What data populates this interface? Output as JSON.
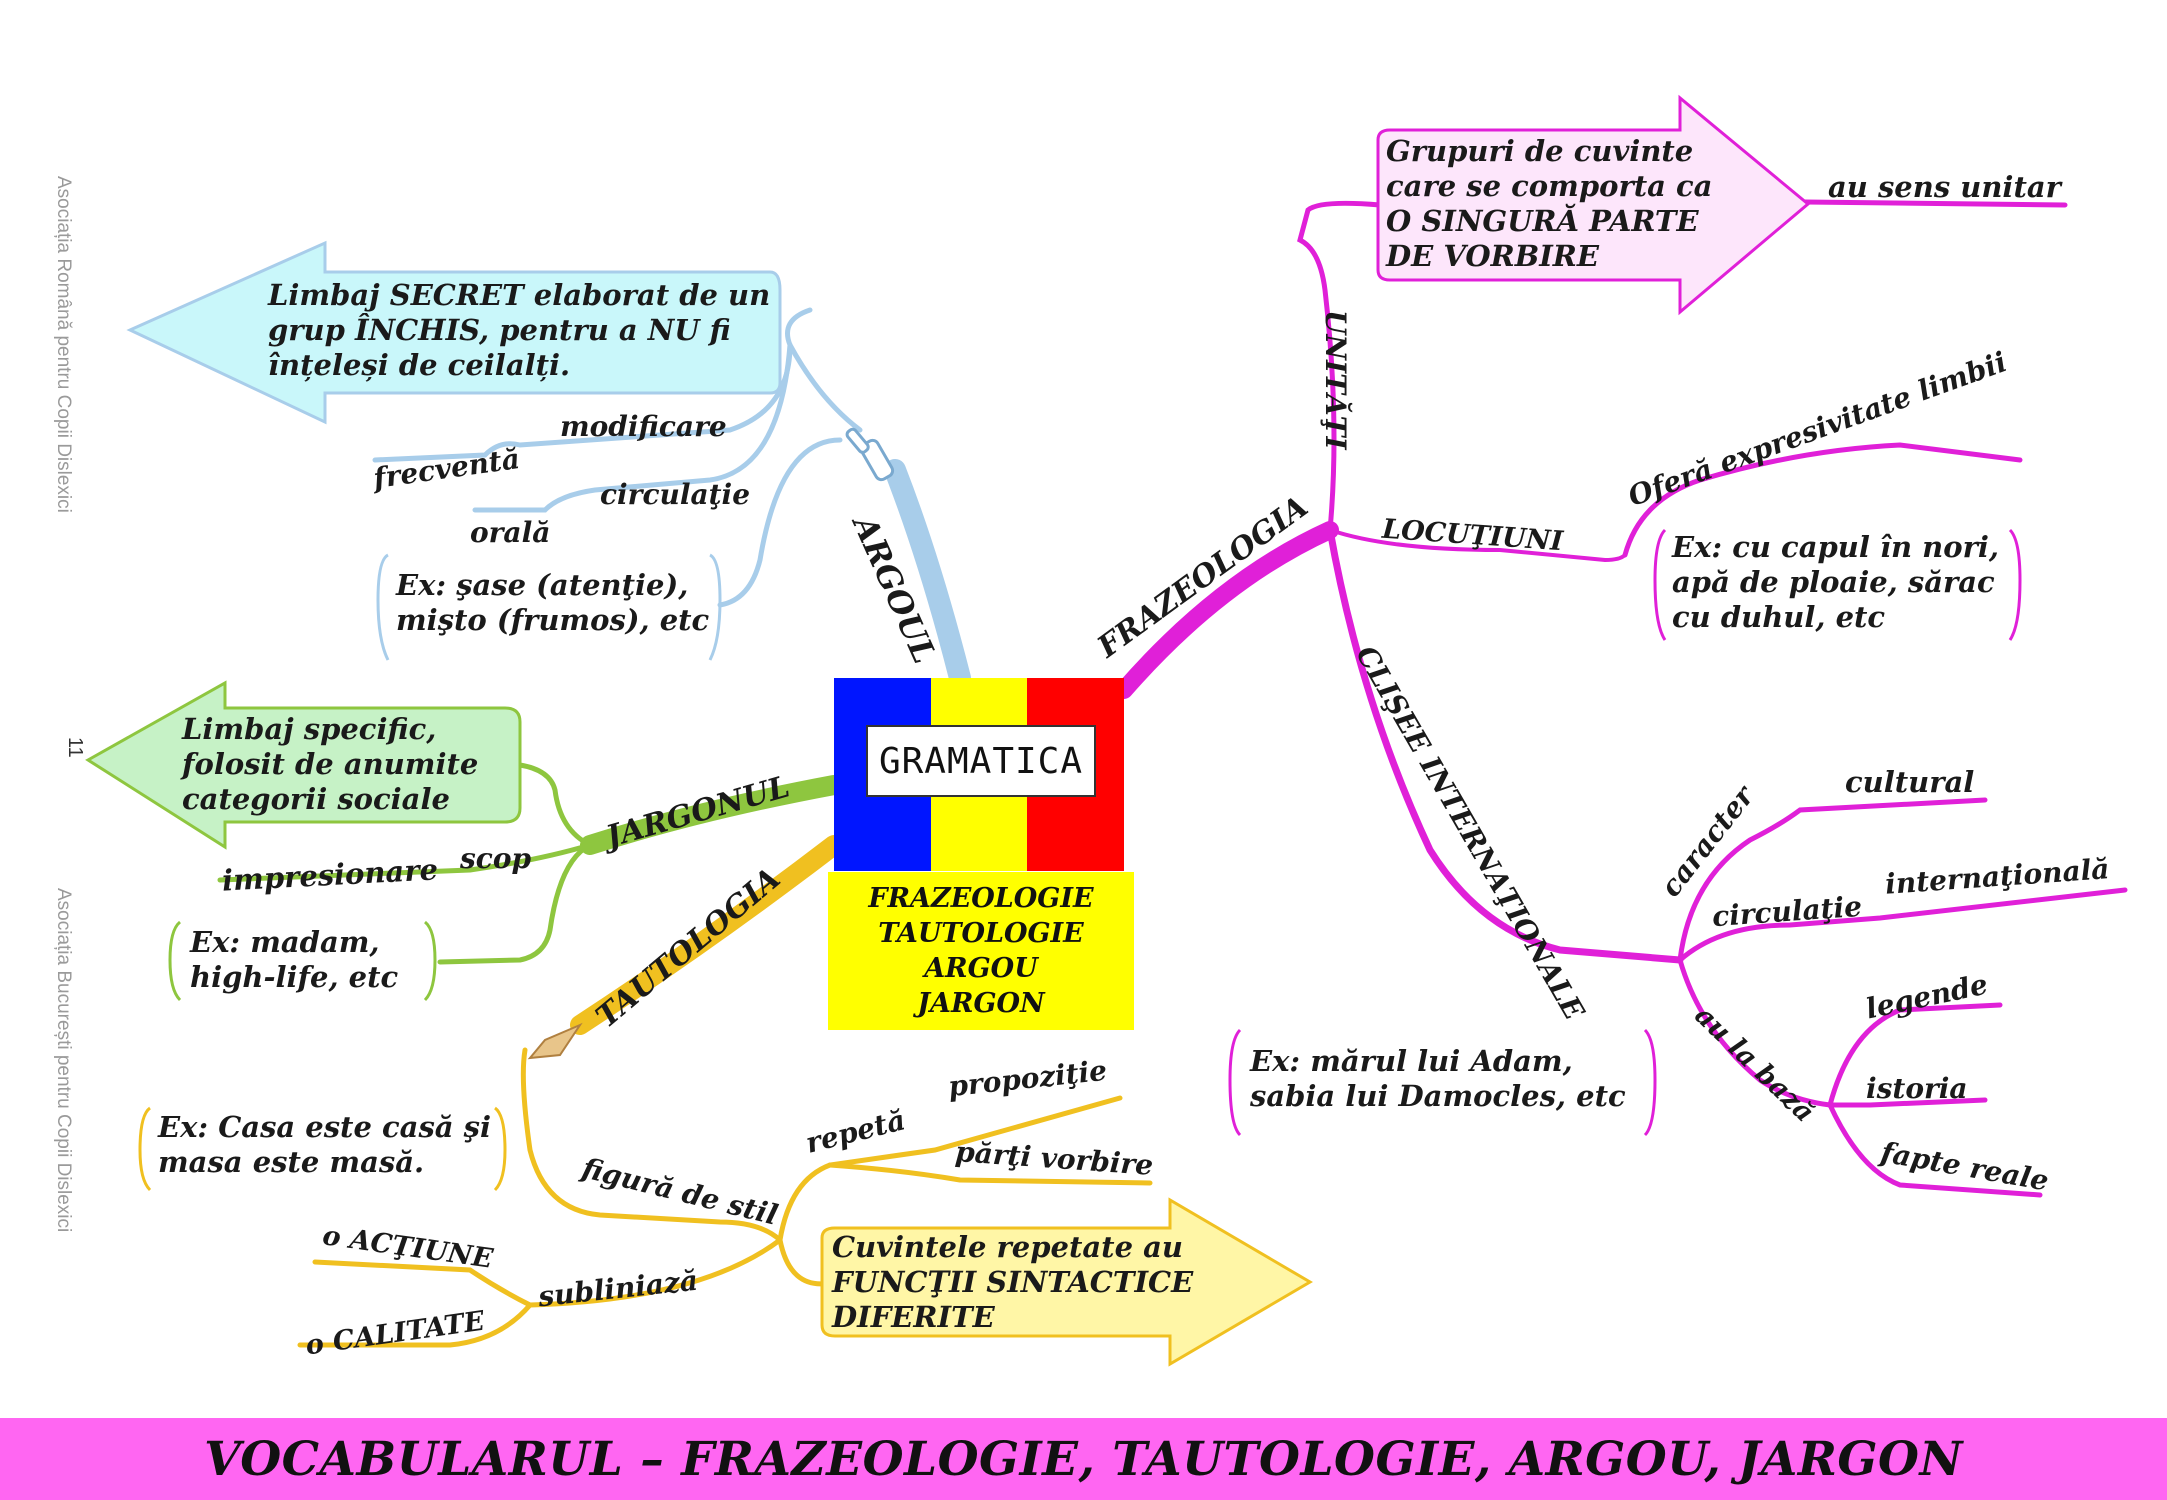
{
  "center": {
    "title": "GRAMATICA",
    "topics": [
      "FRAZEOLOGIE",
      "TAUTOLOGIE",
      "ARGOU",
      "JARGON"
    ]
  },
  "side_text": {
    "top": "Asociația Română pentru Copii Dislexici",
    "page_number": "11",
    "bottom": "Asociația București pentru Copii Dislexici"
  },
  "footer": {
    "title": "VOCABULARUL – FRAZEOLOGIE, TAUTOLOGIE, ARGOU, JARGON"
  },
  "colors": {
    "argou": "#a8cdea",
    "jargon": "#8ec63f",
    "tautologie": "#f0c020",
    "frazeologie": "#e020d8",
    "footer": "#ff66f2"
  },
  "argou": {
    "label": "ARGOUL",
    "definition": [
      "Limbaj SECRET elaborat de un",
      "grup ÎNCHIS, pentru a NU fi",
      "înțeleși de ceilalți."
    ],
    "modificare": "modificare",
    "frecventa": "frecventă",
    "circulatie": "circulaţie",
    "orala": "orală",
    "example": [
      "Ex: şase (atenţie),",
      "mişto (frumos), etc"
    ]
  },
  "jargon": {
    "label": "JARGONUL",
    "definition": [
      "Limbaj specific,",
      "folosit de anumite",
      "categorii sociale"
    ],
    "scop": "scop",
    "impresionare": "impresionare",
    "example": [
      "Ex: madam,",
      "high-life, etc"
    ]
  },
  "tautologie": {
    "label": "TAUTOLOGIA",
    "example": [
      "Ex: Casa este casă şi",
      "masa este masă."
    ],
    "figura": "figură de stil",
    "repeta": "repetă",
    "propozitie": "propoziţie",
    "parti": "părţi vorbire",
    "subliniaza": "subliniază",
    "actiune": "o ACŢIUNE",
    "calitate": "o CALITATE",
    "note": [
      "Cuvintele repetate au",
      "FUNCŢII SINTACTICE",
      "DIFERITE"
    ]
  },
  "frazeologie": {
    "label": "FRAZEOLOGIA",
    "unitati": "UNITĂŢI",
    "unitati_box": [
      "Grupuri de cuvinte",
      "care se comporta ca",
      "O SINGURĂ PARTE",
      "DE VORBIRE"
    ],
    "sens": "au sens unitar",
    "locutiuni": "LOCUŢIUNI",
    "expresivitate": "Oferă expresivitate limbii",
    "loc_example": [
      "Ex: cu capul în nori,",
      "apă de ploaie, sărac",
      "cu duhul, etc"
    ],
    "clisee": "CLIŞEE INTERNAŢIONALE",
    "caracter": "caracter",
    "cultural": "cultural",
    "circulatie": "circulaţie",
    "internationala": "internaţională",
    "la_baza": "au la bază",
    "legende": "legende",
    "istoria": "istoria",
    "fapte": "fapte reale",
    "clisee_example": [
      "Ex: mărul lui Adam,",
      "sabia lui Damocles, etc"
    ]
  }
}
